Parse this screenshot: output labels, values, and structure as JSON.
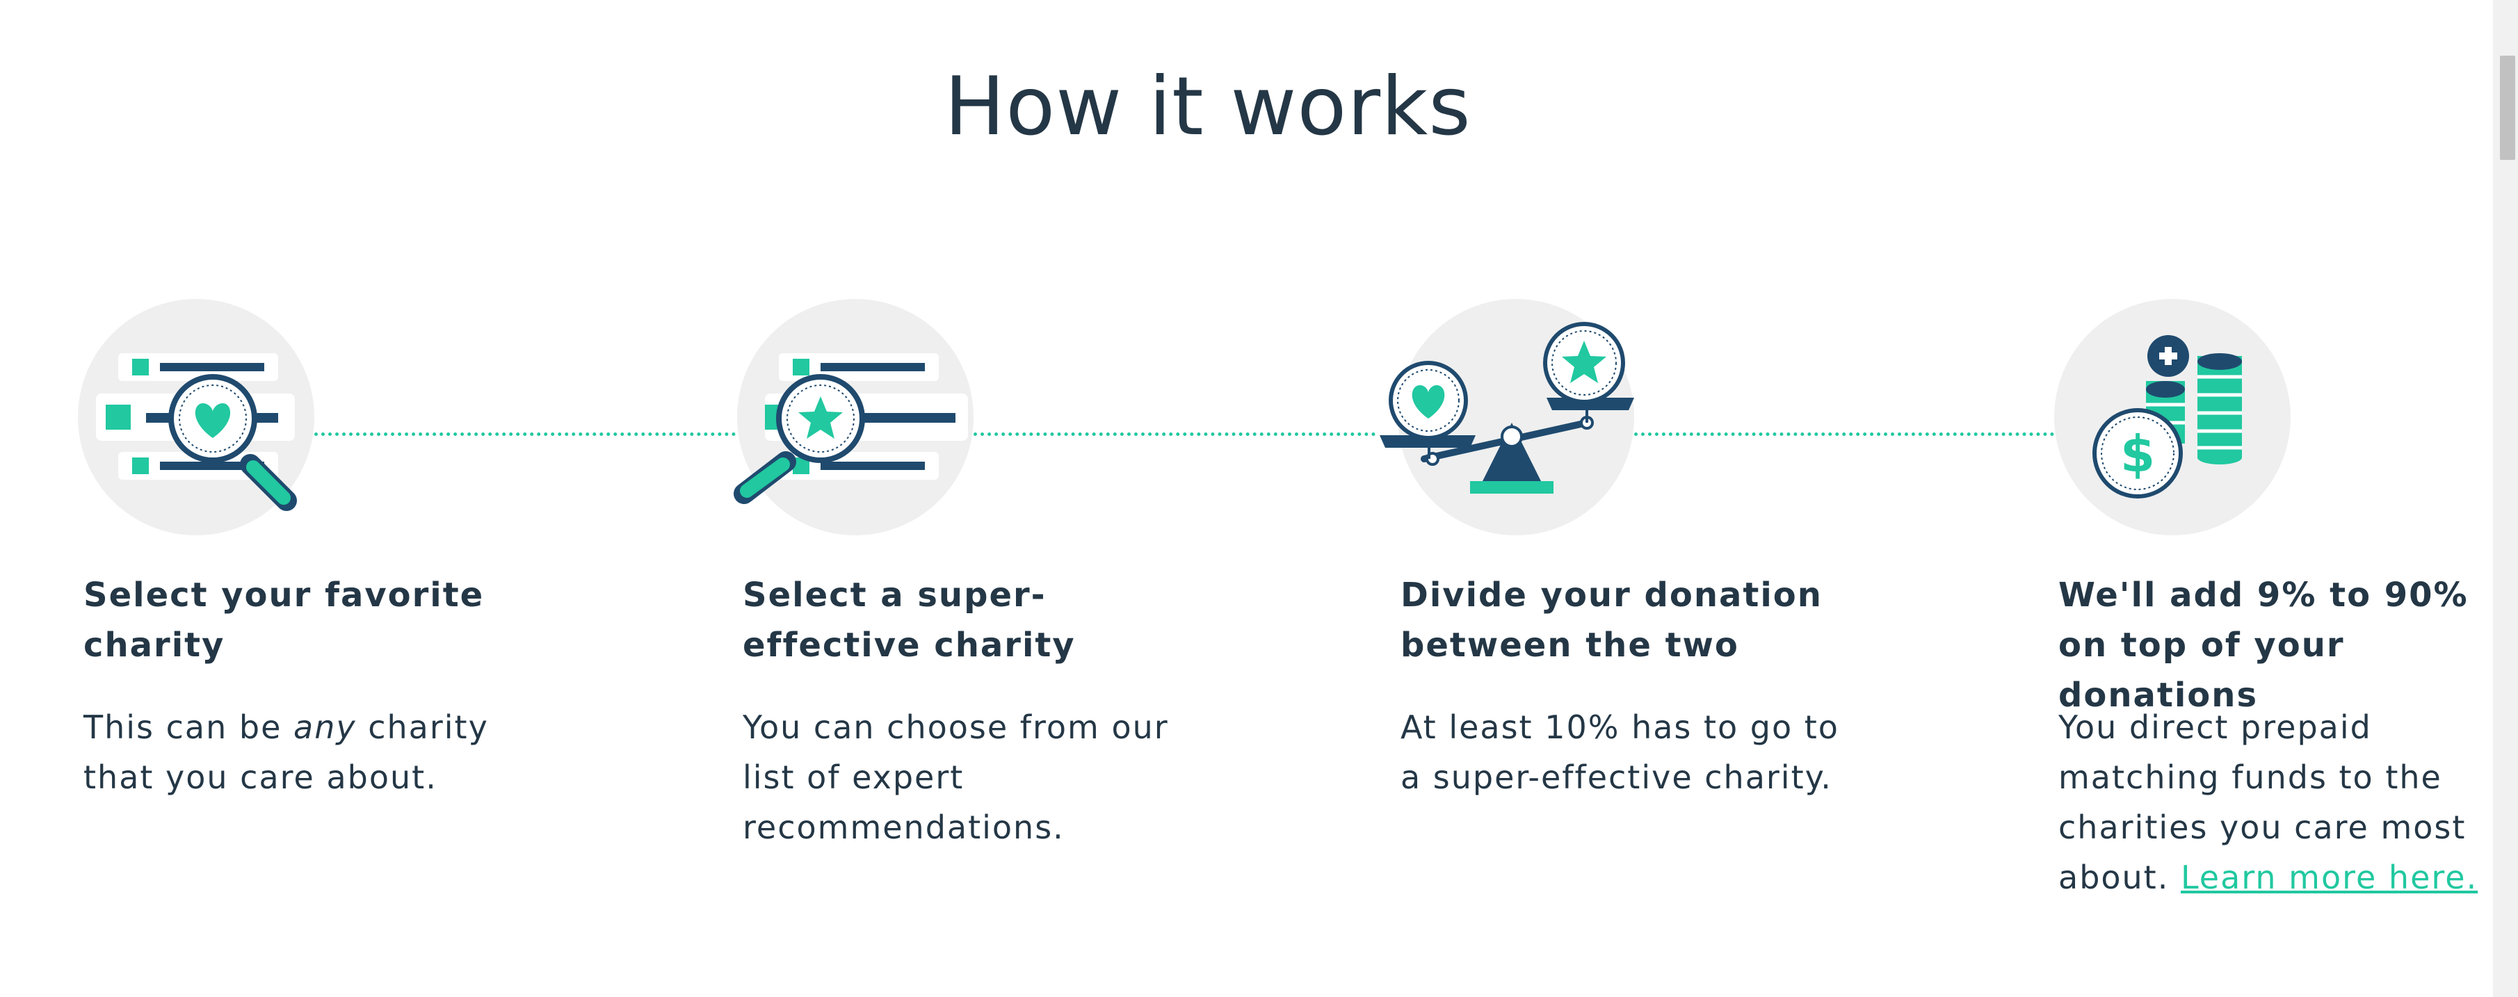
{
  "section": {
    "title": "How it works"
  },
  "steps": [
    {
      "title": "Select your favorite charity",
      "desc_before": "This can be ",
      "desc_em": "any",
      "desc_after": " charity that you care about.",
      "icon": "magnifier-heart-icon"
    },
    {
      "title": "Select a super-effective charity",
      "desc": "You can choose from our list of expert recommendations.",
      "icon": "magnifier-star-icon"
    },
    {
      "title": "Divide your donation between the two",
      "desc": "At least 10% has to go to a super-effective charity.",
      "icon": "balance-scale-icon"
    },
    {
      "title": "We'll add 9% to 90% on top of your donations",
      "desc": "You direct prepaid matching funds to the charities you care most about. ",
      "link": "Learn more here.",
      "icon": "coin-stack-icon"
    }
  ],
  "colors": {
    "navy": "#1f4a6e",
    "green": "#21c8a0",
    "text": "#243746",
    "circle_bg": "#efefef"
  }
}
